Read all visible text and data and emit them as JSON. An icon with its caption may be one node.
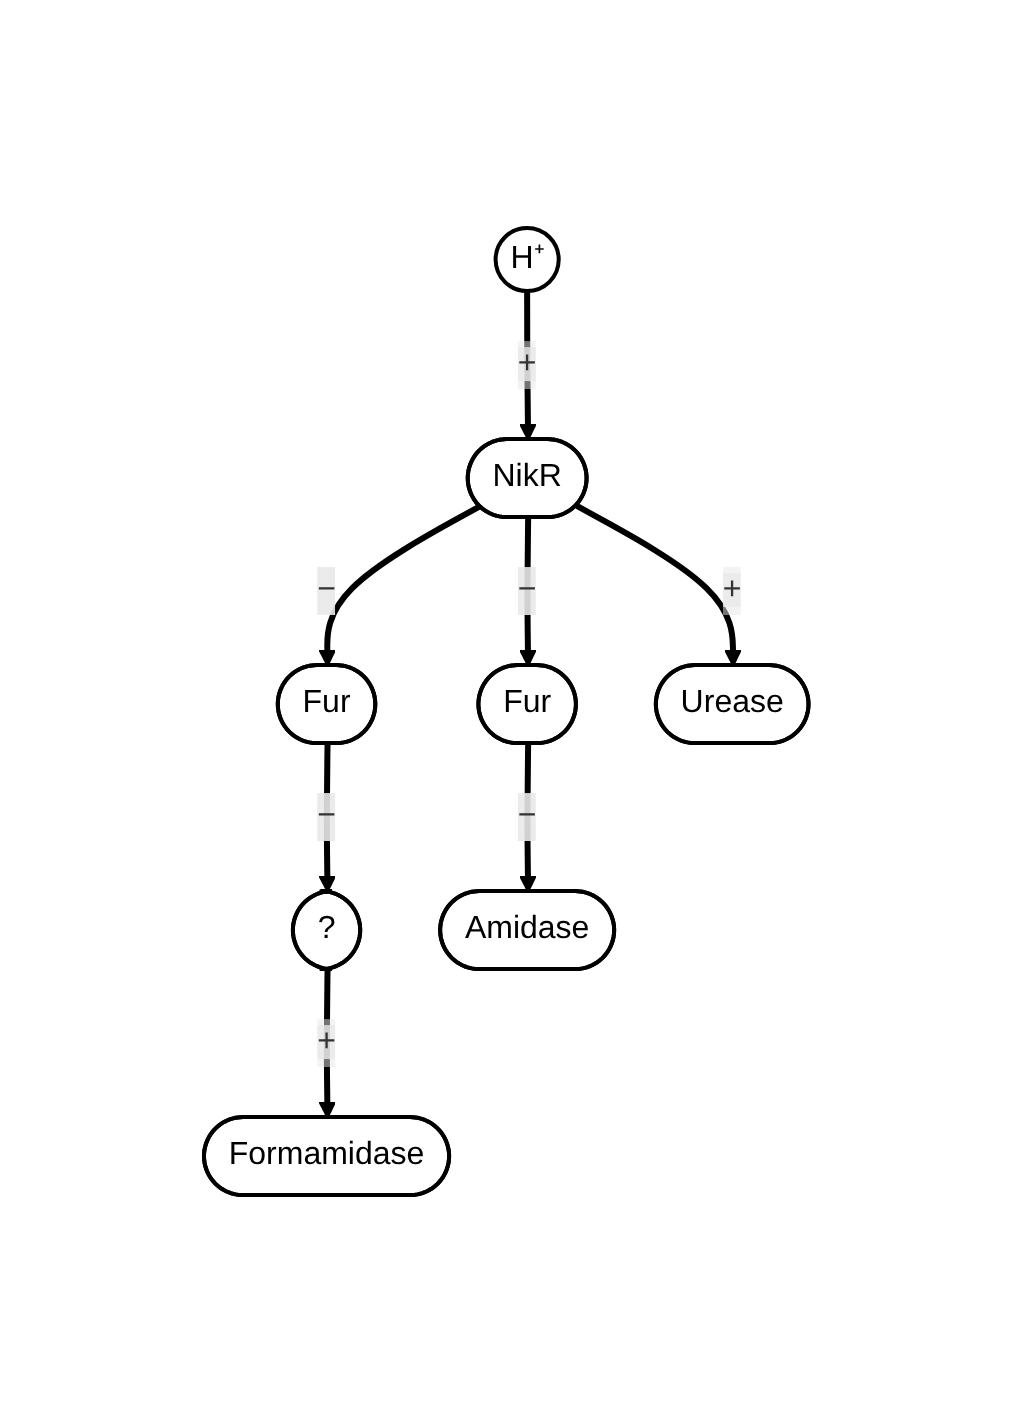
{
  "diagram": {
    "nodes": [
      {
        "text": [
          "H⁺"
        ]
      },
      {
        "text": [
          "NikR"
        ]
      },
      {
        "text": [
          "Fur"
        ]
      },
      {
        "text": [
          "Fur"
        ]
      },
      {
        "text": [
          "?"
        ]
      },
      {
        "text": [
          "Amidase"
        ]
      },
      {
        "text": [
          "Urease"
        ]
      },
      {
        "text": [
          "Formamidase"
        ]
      }
    ],
    "edges": [
      {
        "from": 0,
        "to": 1,
        "arrow": "to",
        "label": "+"
      },
      {
        "from": 1,
        "to": 2,
        "arrow": "to",
        "label": "−"
      },
      {
        "from": 1,
        "to": 6,
        "arrow": "to",
        "label": "+"
      },
      {
        "from": 1,
        "to": 3,
        "arrow": "to",
        "label": "−"
      },
      {
        "from": 2,
        "to": 5,
        "arrow": "to",
        "label": "−"
      },
      {
        "from": 3,
        "to": 4,
        "arrow": "to",
        "label": "−"
      },
      {
        "from": 4,
        "to": 7,
        "arrow": "to",
        "label": "+"
      }
    ]
  }
}
